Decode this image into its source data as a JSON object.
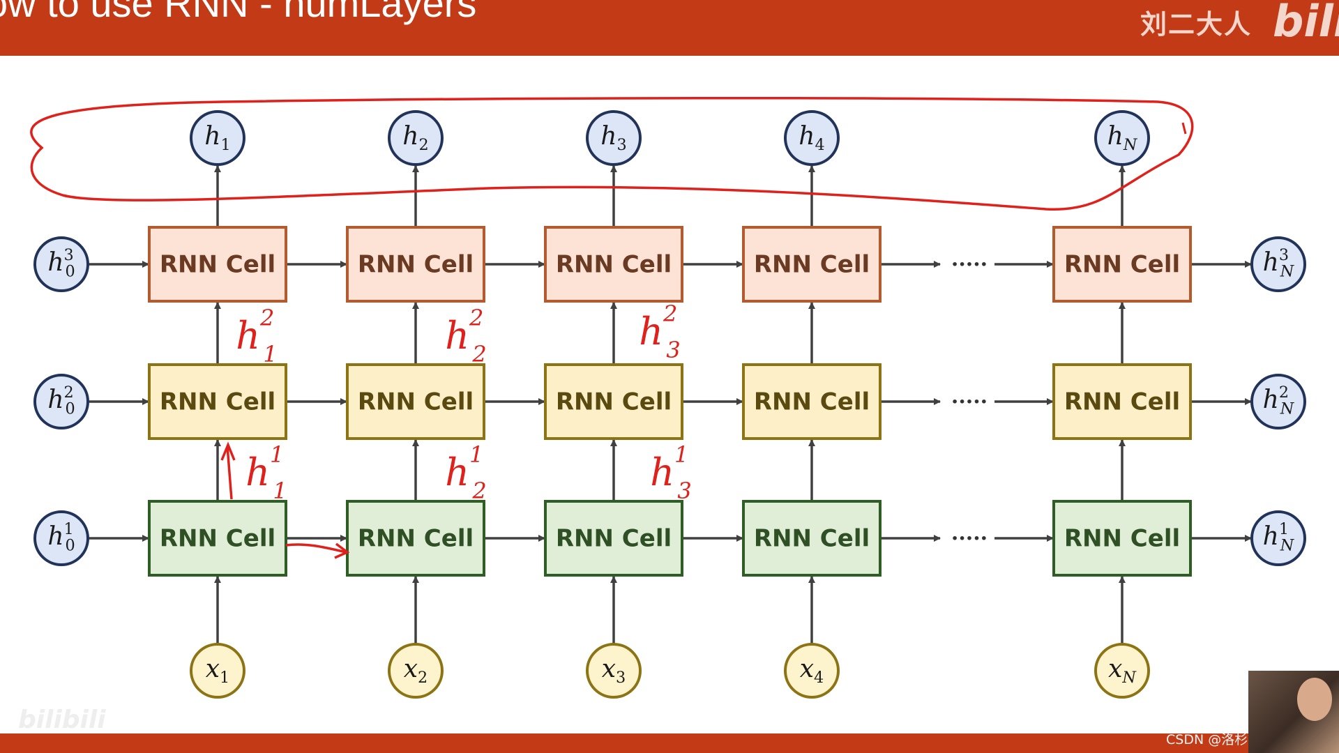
{
  "slide": {
    "title": "ow to use RNN - numLayers",
    "author": "刘二大人",
    "logo": "bili",
    "credit": "CSDN @洛杉矶县牛肉板面",
    "bottom_watermark": "bilibili"
  },
  "diagram": {
    "cell_label": "RNN Cell",
    "ellipsis": "·····",
    "layers": [
      {
        "layer": 1,
        "h0": {
          "base": "h",
          "sub": "0",
          "sup": "1"
        },
        "hN": {
          "base": "h",
          "sub": "N",
          "sup": "1"
        },
        "color": "#e0eed8",
        "border": "#2f5e24",
        "text": "#2f4f25"
      },
      {
        "layer": 2,
        "h0": {
          "base": "h",
          "sub": "0",
          "sup": "2"
        },
        "hN": {
          "base": "h",
          "sub": "N",
          "sup": "2"
        },
        "color": "#fdf0c8",
        "border": "#8c7415",
        "text": "#5a4a10"
      },
      {
        "layer": 3,
        "h0": {
          "base": "h",
          "sub": "0",
          "sup": "3"
        },
        "hN": {
          "base": "h",
          "sub": "N",
          "sup": "3"
        },
        "color": "#fde3d6",
        "border": "#b35a2e",
        "text": "#6a3b22"
      }
    ],
    "inputs": [
      {
        "base": "x",
        "sub": "1"
      },
      {
        "base": "x",
        "sub": "2"
      },
      {
        "base": "x",
        "sub": "3"
      },
      {
        "base": "x",
        "sub": "4"
      },
      {
        "base": "x",
        "sub": "N"
      }
    ],
    "outputs": [
      {
        "base": "h",
        "sub": "1"
      },
      {
        "base": "h",
        "sub": "2"
      },
      {
        "base": "h",
        "sub": "3"
      },
      {
        "base": "h",
        "sub": "4"
      },
      {
        "base": "h",
        "sub": "N"
      }
    ],
    "annotations": [
      {
        "base": "h",
        "sub": "1",
        "sup": "2"
      },
      {
        "base": "h",
        "sub": "2",
        "sup": "2"
      },
      {
        "base": "h",
        "sub": "3",
        "sup": "2"
      },
      {
        "base": "h",
        "sub": "1",
        "sup": "1"
      },
      {
        "base": "h",
        "sub": "2",
        "sup": "1"
      },
      {
        "base": "h",
        "sub": "3",
        "sup": "1"
      }
    ],
    "colors": {
      "arrow": "#404040",
      "state_fill": "#dde6f6",
      "state_stroke": "#22335a",
      "input_fill": "#fdf3cc",
      "input_stroke": "#8c7415",
      "ink": "#e0201a"
    }
  }
}
